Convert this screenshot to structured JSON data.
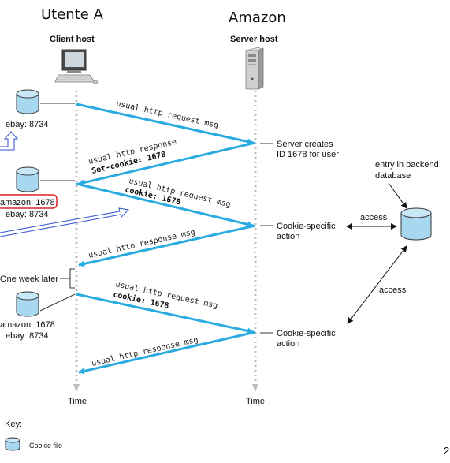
{
  "titles": {
    "left": "Utente A",
    "right": "Amazon"
  },
  "hosts": {
    "client": "Client host",
    "server": "Server host"
  },
  "timelines": {
    "left_time": "Time",
    "right_time": "Time"
  },
  "cookies": {
    "c1": {
      "line1": "ebay: 8734"
    },
    "c2": {
      "line1": "amazon: 1678",
      "line2": "ebay: 8734"
    },
    "c3": {
      "line1": "amazon: 1678",
      "line2": "ebay: 8734"
    }
  },
  "messages": {
    "m1": "usual http request msg",
    "m2_l1": "usual http response",
    "m2_l2": "Set-cookie: 1678",
    "m3_l1": "usual http request msg",
    "m3_l2": "cookie: 1678",
    "m4": "usual http response msg",
    "m5_l1": "usual http request msg",
    "m5_l2": "cookie: 1678",
    "m6": "usual http response msg"
  },
  "annotations": {
    "server_creates_l1": "Server creates",
    "server_creates_l2": "ID 1678 for user",
    "cookie_action1_l1": "Cookie-specific",
    "cookie_action1_l2": "action",
    "cookie_action2_l1": "Cookie-specific",
    "cookie_action2_l2": "action",
    "backend_l1": "entry in backend",
    "backend_l2": "database",
    "access1": "access",
    "access2": "access",
    "one_week_later": "One week later"
  },
  "key": {
    "title": "Key:",
    "cookie_file": "Cookie file"
  },
  "page_number": "2",
  "colors": {
    "arrow": "#29abe2",
    "timeline": "#bdbdbd",
    "cylinder": "#a8d8f0",
    "highlight": "#e02020",
    "hollow_arrow": "#2a4fd0"
  }
}
